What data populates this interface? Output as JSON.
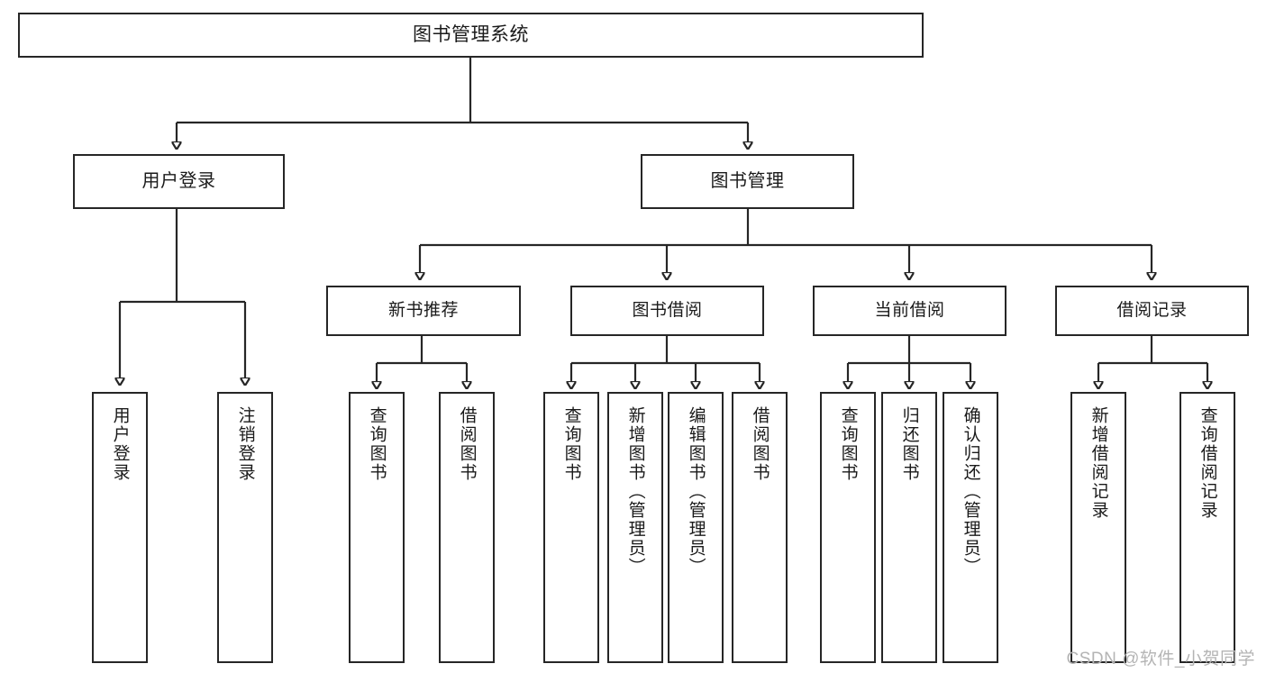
{
  "diagram": {
    "title": "图书管理系统",
    "watermark": "CSDN @软件_小贺同学",
    "root": {
      "label": "图书管理系统"
    },
    "level2": [
      {
        "label": "用户登录"
      },
      {
        "label": "图书管理"
      }
    ],
    "level3": [
      {
        "label": "新书推荐"
      },
      {
        "label": "图书借阅"
      },
      {
        "label": "当前借阅"
      },
      {
        "label": "借阅记录"
      }
    ],
    "leaves": [
      {
        "label": "用户登录"
      },
      {
        "label": "注销登录"
      },
      {
        "label": "查询图书"
      },
      {
        "label": "借阅图书"
      },
      {
        "label": "查询图书"
      },
      {
        "label": "新增图书（管理员）"
      },
      {
        "label": "编辑图书（管理员）"
      },
      {
        "label": "借阅图书"
      },
      {
        "label": "查询图书"
      },
      {
        "label": "归还图书"
      },
      {
        "label": "确认归还（管理员）"
      },
      {
        "label": "新增借阅记录"
      },
      {
        "label": "查询借阅记录"
      }
    ]
  },
  "colors": {
    "stroke": "#262626",
    "background": "#ffffff",
    "text": "#1a1a1a",
    "watermark": "#b4b4b4"
  }
}
